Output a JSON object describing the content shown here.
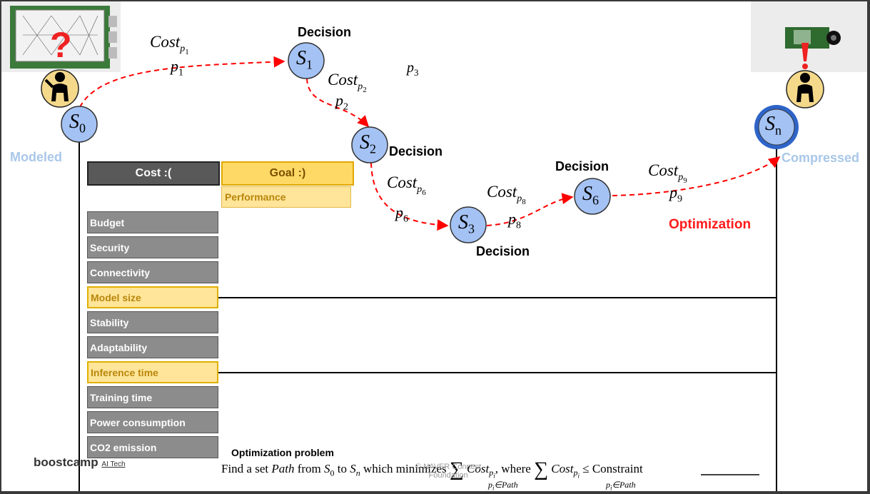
{
  "decision_label": "Decision",
  "states": {
    "s0": "S",
    "s0_sub": "0",
    "s1": "S",
    "s1_sub": "1",
    "s2": "S",
    "s2_sub": "2",
    "s3": "S",
    "s3_sub": "3",
    "s6": "S",
    "s6_sub": "6",
    "sn": "S",
    "sn_sub": "n"
  },
  "edges": {
    "cost": "Cost",
    "p1": "p",
    "p1_sub": "1",
    "p2": "p",
    "p2_sub": "2",
    "p3": "p",
    "p3_sub": "3",
    "p6": "p",
    "p6_sub": "6",
    "p8": "p",
    "p8_sub": "8",
    "p9": "p",
    "p9_sub": "9"
  },
  "status": {
    "modeled": "Modeled",
    "compressed": "Compressed",
    "optimization": "Optimization"
  },
  "table": {
    "cost_header": "Cost :(",
    "goal_header": "Goal :)",
    "goal_item": "Performance",
    "cost_items": [
      {
        "label": "Budget",
        "highlight": false
      },
      {
        "label": "Security",
        "highlight": false
      },
      {
        "label": "Connectivity",
        "highlight": false
      },
      {
        "label": "Model size",
        "highlight": true
      },
      {
        "label": "Stability",
        "highlight": false
      },
      {
        "label": "Adaptability",
        "highlight": false
      },
      {
        "label": "Inference time",
        "highlight": true
      },
      {
        "label": "Training time",
        "highlight": false
      },
      {
        "label": "Power consumption",
        "highlight": false
      },
      {
        "label": "CO2 emission",
        "highlight": false
      }
    ]
  },
  "problem": {
    "title": "Optimization problem",
    "find": "Find a set ",
    "path": "Path",
    "from": " from ",
    "s0": "S",
    "s0_sub": "0",
    "to": " to ",
    "sn": "S",
    "sn_sub": "n",
    "which_minimizes": " which minimizes ",
    "sum_symbol": "∑",
    "sum_under": "p",
    "sum_under_sub": "i",
    "sum_under_rest": "∈Path",
    "cost": "Cost",
    "cost_sub": "p",
    "cost_sub_sub": "i",
    "where": ", where ",
    "leq": " ≤ ",
    "constraint": "Constraint"
  },
  "branding": {
    "logo": "boostcamp",
    "logo_tag": "AI Tech",
    "watermark_line1": "© NAVER Connect",
    "watermark_line2": "Foundation"
  },
  "colors": {
    "state_fill": "#a4c2f4",
    "path_red": "#ff0000",
    "accent_yellow": "#ffd966",
    "cost_gray": "#8c8c8c"
  },
  "icons": [
    "person-confused-icon",
    "person-idea-icon",
    "question-mark-icon",
    "exclamation-mark-icon"
  ]
}
